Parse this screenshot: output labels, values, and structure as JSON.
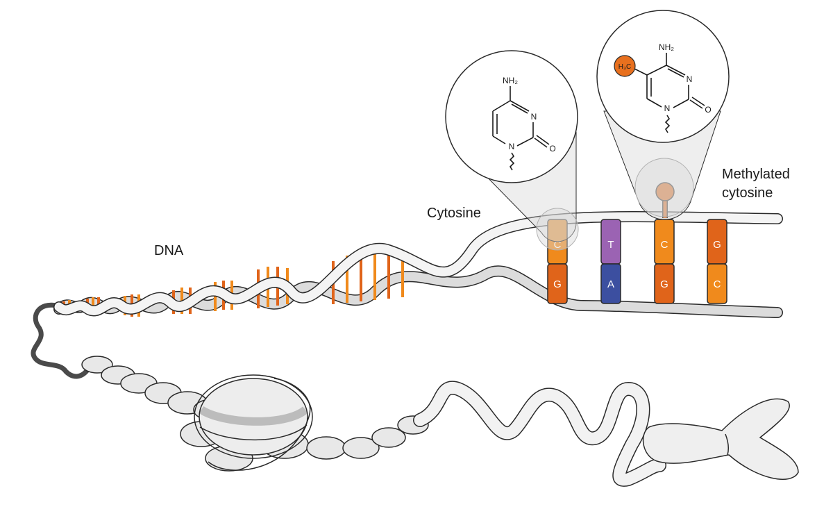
{
  "labels": {
    "dna": "DNA",
    "cytosine": "Cytosine",
    "methylated_line1": "Methylated",
    "methylated_line2": "cytosine"
  },
  "base_pairs": [
    {
      "top": "C",
      "bottom": "G",
      "top_color": "#f08a1c",
      "bottom_color": "#e0641a"
    },
    {
      "top": "T",
      "bottom": "A",
      "top_color": "#9b63b3",
      "bottom_color": "#3c4fa0"
    },
    {
      "top": "C",
      "bottom": "G",
      "top_color": "#f08a1c",
      "bottom_color": "#e0641a"
    },
    {
      "top": "G",
      "bottom": "C",
      "top_color": "#e0641a",
      "bottom_color": "#f08a1c"
    }
  ],
  "cytosine_structure": {
    "amine": "NH₂",
    "ring_n3": "N",
    "ring_n1": "N",
    "oxygen": "O"
  },
  "methylcytosine_structure": {
    "methyl": "H₃C",
    "amine": "NH₂",
    "ring_n3": "N",
    "ring_n1": "N",
    "oxygen": "O"
  },
  "colors": {
    "accent_orange": "#f08a1c",
    "dark_orange": "#e0641a",
    "methyl_orange": "#e8701e",
    "purple": "#9b63b3",
    "blue": "#3c4fa0",
    "strand_fill": "#f2f2f2",
    "strand_stroke": "#2a2a2a"
  }
}
